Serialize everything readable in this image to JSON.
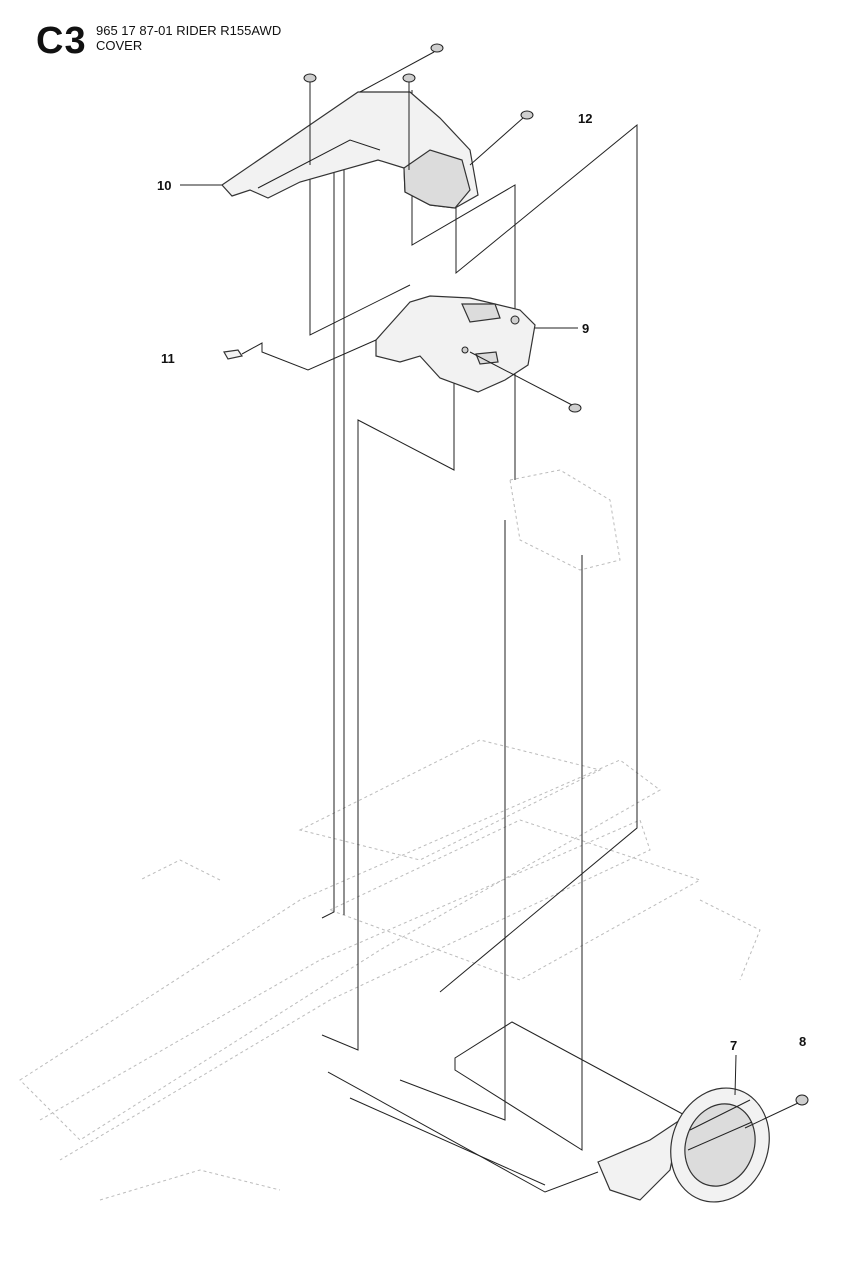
{
  "header": {
    "section_code": "C3",
    "model_line": "965 17 87-01 RIDER R155AWD",
    "page_name": "COVER"
  },
  "callouts": {
    "c7": "7",
    "c8": "8",
    "c9": "9",
    "c10": "10",
    "c11": "11",
    "c12": "12"
  },
  "icons": {
    "bolt": "screw-icon",
    "nut": "nut-icon"
  }
}
